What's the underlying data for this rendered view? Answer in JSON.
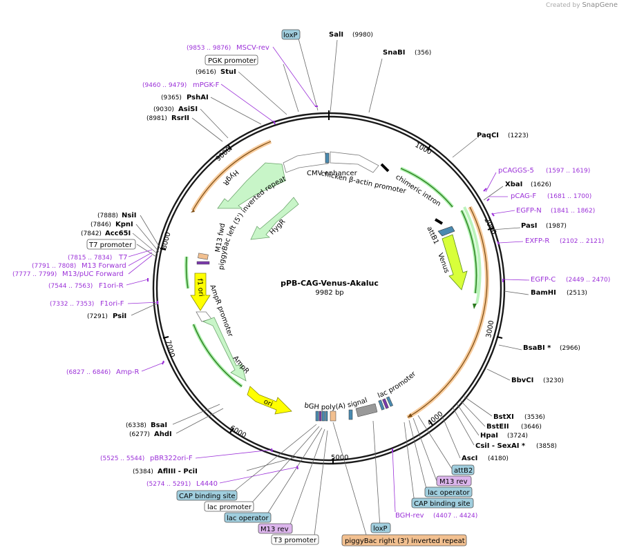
{
  "brand": {
    "created_by": "Created by",
    "name": "SnapGene"
  },
  "plasmid": {
    "name": "pPB-CAG-Venus-Akaluc",
    "size": "9982 bp"
  },
  "colors": {
    "primer": "#9b30d8",
    "hygr": "#c8f5c8",
    "venus": "#d8ff3a",
    "ori": "#ffff00",
    "inverted_repeat": "#f2a85a",
    "loxp": "#a0cede",
    "m13": "#dcb5ec"
  },
  "ticks": [
    "1000",
    "2000",
    "3000",
    "4000",
    "5000",
    "6000",
    "7000",
    "8000",
    "9000"
  ],
  "sites_right": [
    {
      "name": "SalI",
      "coord": "(9980)"
    },
    {
      "name": "SnaBI",
      "coord": "(356)"
    },
    {
      "name": "PaqCI",
      "coord": "(1223)"
    },
    {
      "name": "XbaI",
      "coord": "(1626)"
    },
    {
      "name": "PasI",
      "coord": "(1987)"
    },
    {
      "name": "BamHI",
      "coord": "(2513)"
    },
    {
      "name": "BsaBI *",
      "coord": "(2966)"
    },
    {
      "name": "BbvCI",
      "coord": "(3230)"
    },
    {
      "name": "BstXI",
      "coord": "(3536)"
    },
    {
      "name": "BstEII",
      "coord": "(3646)"
    },
    {
      "name": "HpaI",
      "coord": "(3724)"
    },
    {
      "name": "CsiI  - SexAI *",
      "coord": "(3858)"
    },
    {
      "name": "AscI",
      "coord": "(4180)"
    }
  ],
  "primers_right": [
    {
      "name": "pCAGGS-5",
      "coord": "(1597 .. 1619)"
    },
    {
      "name": "pCAG-F",
      "coord": "(1681 .. 1700)"
    },
    {
      "name": "EGFP-N",
      "coord": "(1841 .. 1862)"
    },
    {
      "name": "EXFP-R",
      "coord": "(2102 .. 2121)"
    },
    {
      "name": "EGFP-C",
      "coord": "(2449 .. 2470)"
    },
    {
      "name": "BGH-rev",
      "coord": "(4407 .. 4424)"
    }
  ],
  "boxes_right": [
    "attB2",
    "M13 rev",
    "lac operator",
    "CAP binding site",
    "loxP",
    "piggyBac right (3') inverted repeat"
  ],
  "left_labels": {
    "msc_rev": {
      "coord": "(9853 .. 9876)",
      "name": "MSCV-rev"
    },
    "pgk_promoter": "PGK promoter",
    "stui": {
      "coord": "(9616)",
      "name": "StuI"
    },
    "mpgk": {
      "coord": "(9460 .. 9479)",
      "name": "mPGK-F"
    },
    "pshai": {
      "coord": "(9365)",
      "name": "PshAI"
    },
    "asisi": {
      "coord": "(9030)",
      "name": "AsiSI"
    },
    "rsrii": {
      "coord": "(8981)",
      "name": "RsrII"
    },
    "nsii": {
      "coord": "(7888)",
      "name": "NsiI"
    },
    "kpni": {
      "coord": "(7846)",
      "name": "KpnI"
    },
    "acc65i": {
      "coord": "(7842)",
      "name": "Acc65I"
    },
    "t7_promoter": "T7 promoter",
    "t7": {
      "coord": "(7815 .. 7834)",
      "name": "T7"
    },
    "m13fwd": {
      "coord": "(7791 .. 7808)",
      "name": "M13 Forward"
    },
    "m13puc": {
      "coord": "(7777 .. 7799)",
      "name": "M13/pUC Forward"
    },
    "f1ori_r": {
      "coord": "(7544 .. 7563)",
      "name": "F1ori-R"
    },
    "f1ori_f": {
      "coord": "(7332 .. 7353)",
      "name": "F1ori-F"
    },
    "psii": {
      "coord": "(7291)",
      "name": "PsiI"
    },
    "amp_r": {
      "coord": "(6827 .. 6846)",
      "name": "Amp-R"
    },
    "bsai": {
      "coord": "(6338)",
      "name": "BsaI"
    },
    "ahdi": {
      "coord": "(6277)",
      "name": "AhdI"
    },
    "pbr": {
      "coord": "(5525 .. 5544)",
      "name": "pBR322ori-F"
    },
    "afliii": {
      "coord": "(5384)",
      "name": "AflIII  - PciI"
    },
    "l4440": {
      "coord": "(5274 .. 5291)",
      "name": "L4440"
    },
    "top_loxp": "loxP"
  },
  "boxes_bottom_left": [
    "CAP binding site",
    "lac promoter",
    "lac operator",
    "M13 rev",
    "T3 promoter"
  ],
  "features": {
    "cmv": "CMV enhancer",
    "cba": "chicken β-actin promoter",
    "intron": "chimeric intron",
    "attb1": "attB1",
    "venus": "Venus",
    "hygr_outer": "HygR",
    "hygr_inner": "HygR",
    "pb_left": "piggyBac left (5') inverted repeat",
    "m13fwd": "M13 fwd",
    "f1ori": "f1 ori",
    "ampr_promoter": "AmpR promoter",
    "ampr": "AmpR",
    "ori": "ori",
    "bgh": "bGH poly(A) signal",
    "lac_promoter": "lac promoter"
  }
}
